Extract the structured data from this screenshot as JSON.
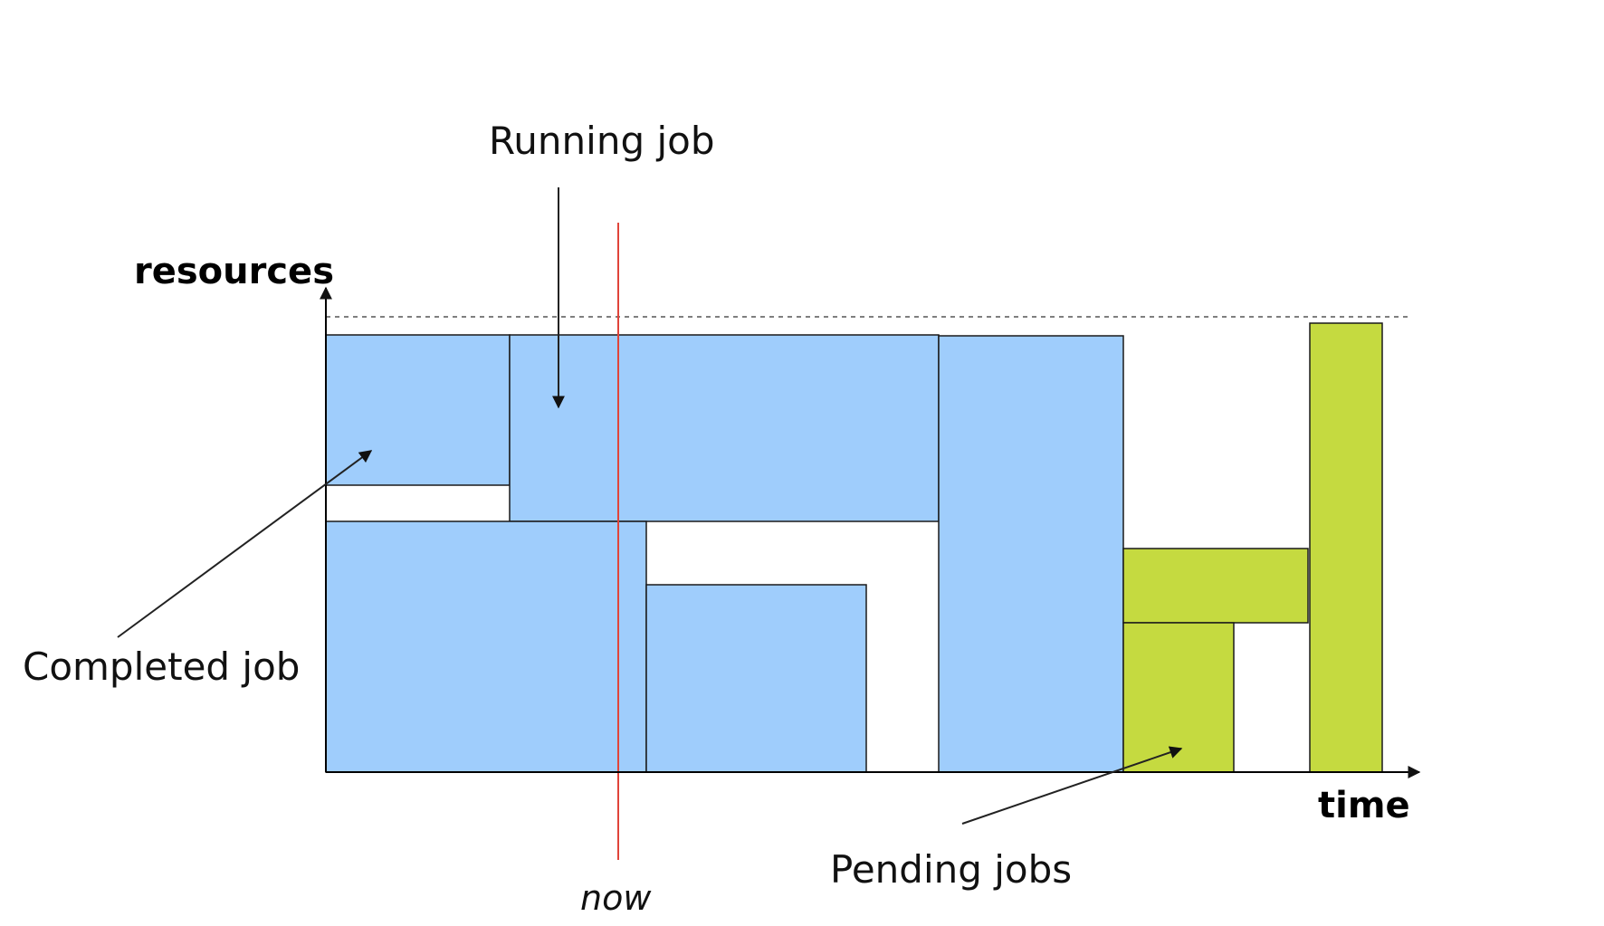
{
  "diagram": {
    "axes": {
      "y_label": "resources",
      "x_label": "time"
    },
    "marker": {
      "label": "now"
    },
    "annotations": {
      "running": "Running job",
      "completed": "Completed job",
      "pending": "Pending jobs"
    },
    "colors": {
      "scheduled_job": "#9fcdfc",
      "pending_job": "#c5da40",
      "now_line": "#e0443a"
    }
  }
}
